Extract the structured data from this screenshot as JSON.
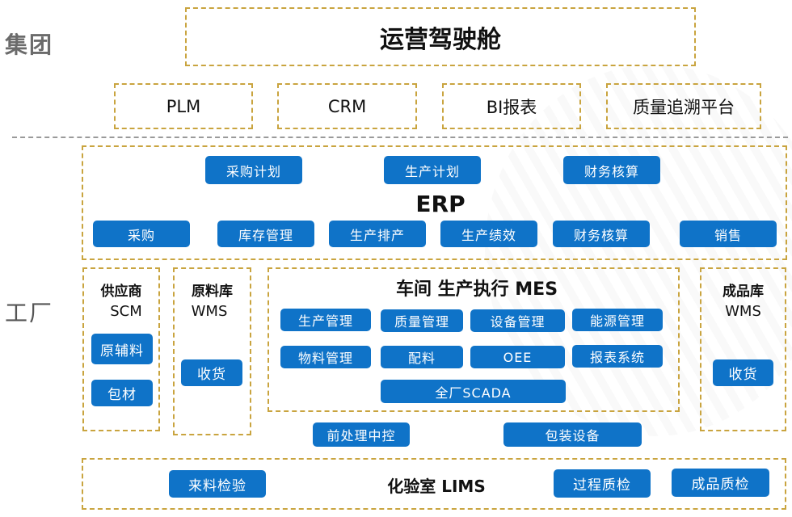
{
  "side_labels": {
    "group": "集团",
    "factory": "工厂"
  },
  "group": {
    "cockpit": "运营驾驶舱",
    "systems": [
      "PLM",
      "CRM",
      "BI报表",
      "质量追溯平台"
    ]
  },
  "erp": {
    "title": "ERP",
    "top_buttons": [
      "采购计划",
      "生产计划",
      "财务核算"
    ],
    "bottom_buttons": [
      "采购",
      "库存管理",
      "生产排产",
      "生产绩效",
      "财务核算",
      "销售"
    ]
  },
  "supplier": {
    "title": "供应商",
    "subtitle": "SCM",
    "buttons": [
      "原辅料",
      "包材"
    ]
  },
  "raw_warehouse": {
    "title": "原料库",
    "subtitle": "WMS",
    "buttons": [
      "收货"
    ]
  },
  "mes": {
    "title": "车间 生产执行 MES",
    "row1": [
      "生产管理",
      "质量管理",
      "设备管理",
      "能源管理"
    ],
    "row2": [
      "物料管理",
      "配料",
      "OEE",
      "报表系统"
    ],
    "scada": "全厂SCADA"
  },
  "finished_warehouse": {
    "title": "成品库",
    "subtitle": "WMS",
    "buttons": [
      "收货"
    ]
  },
  "equipment": [
    "前处理中控",
    "包装设备"
  ],
  "lims": {
    "title": "化验室 LIMS",
    "buttons": [
      "来料检验",
      "过程质检",
      "成品质检"
    ]
  },
  "colors": {
    "button_blue": "#0f73c8",
    "dashed_border": "#c9a43f",
    "separator": "#9a9a9a"
  }
}
